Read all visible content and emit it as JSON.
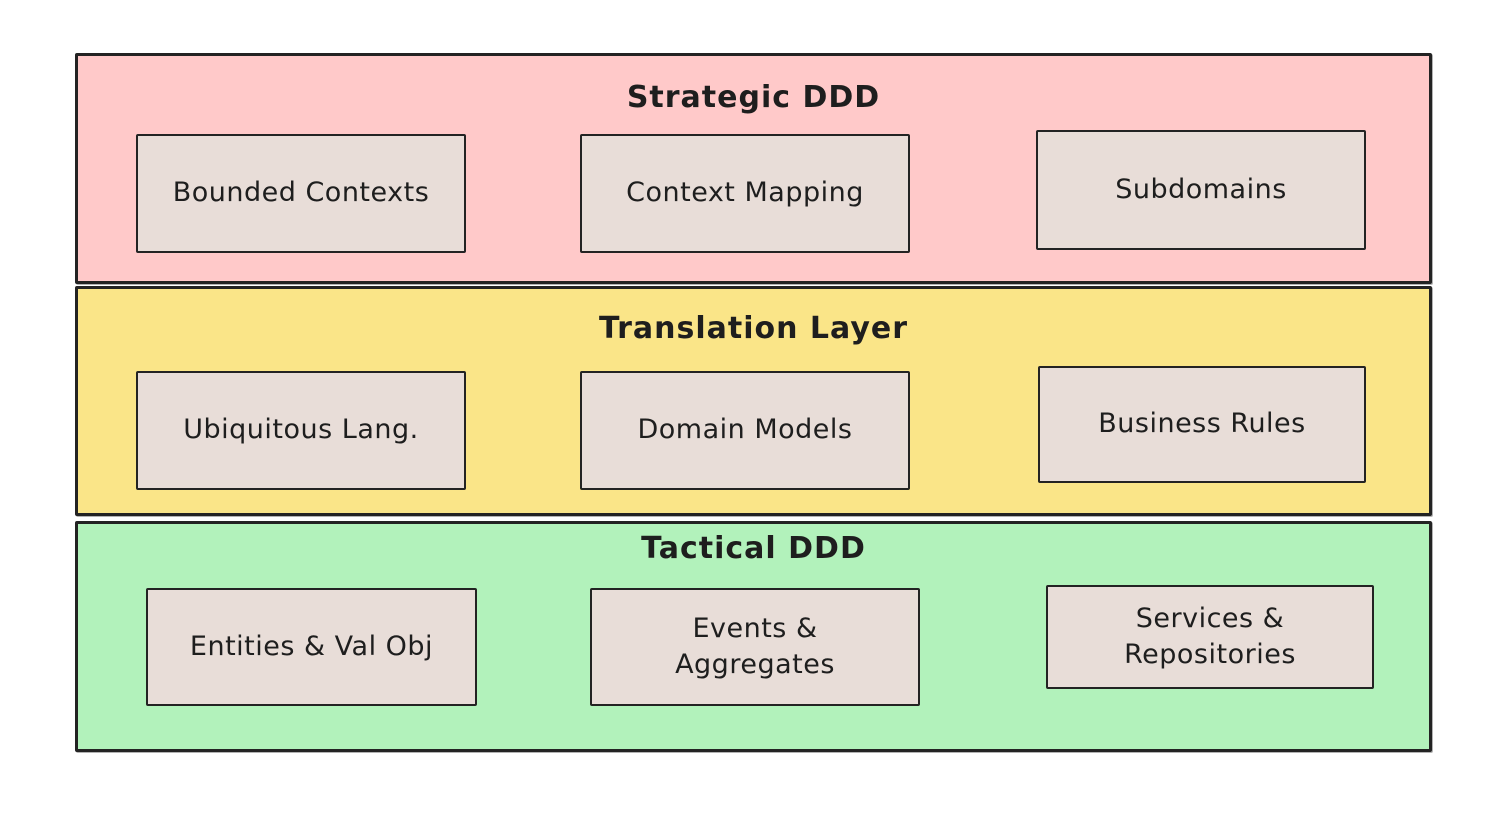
{
  "canvas": {
    "background": "#ffffff",
    "stroke_color": "#232323",
    "node_fill": "#e8ddd8",
    "text_color": "#1e1e1e"
  },
  "diagram": {
    "bands": [
      {
        "label": "Strategic DDD",
        "fill": "#ffc9c9",
        "boxes": [
          {
            "label": "Bounded Contexts"
          },
          {
            "label": "Context Mapping"
          },
          {
            "label": "Subdomains"
          }
        ]
      },
      {
        "label": "Translation Layer",
        "fill": "#fae588",
        "boxes": [
          {
            "label": "Ubiquitous Lang."
          },
          {
            "label": "Domain Models"
          },
          {
            "label": "Business Rules"
          }
        ]
      },
      {
        "label": "Tactical DDD",
        "fill": "#b2f2bb",
        "boxes": [
          {
            "label": "Entities & Val Obj"
          },
          {
            "label": "Events &\nAggregates"
          },
          {
            "label": "Services &\nRepositories"
          }
        ]
      }
    ]
  }
}
